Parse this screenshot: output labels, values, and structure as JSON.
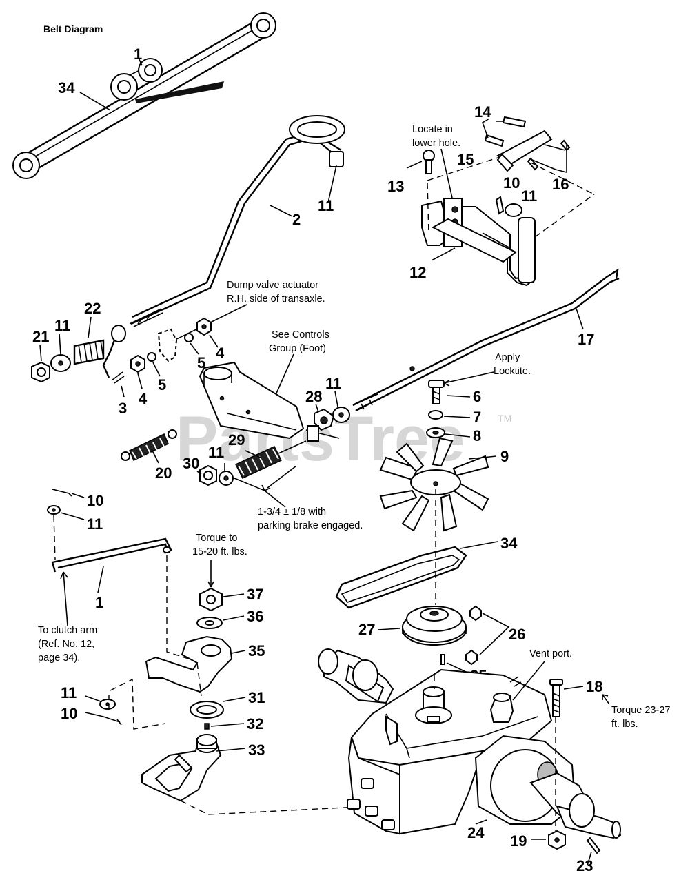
{
  "watermark": "PartsTree",
  "trademark": "TM",
  "belt_diagram_title": "Belt Diagram",
  "notes": {
    "locate": [
      "Locate in",
      "lower hole."
    ],
    "dump_valve": [
      "Dump valve actuator",
      "R.H. side of transaxle."
    ],
    "see_controls": [
      "See Controls",
      "Group (Foot)"
    ],
    "apply_locktite": [
      "Apply",
      "Locktite."
    ],
    "spring_length": [
      "1-3/4 ± 1/8 with",
      "parking brake engaged."
    ],
    "torque_nut": [
      "Torque to",
      "15-20 ft. lbs."
    ],
    "clutch_arm": [
      "To clutch arm",
      "(Ref. No. 12,",
      "page 34)."
    ],
    "vent_port": "Vent port.",
    "torque_bolt": [
      "Torque 23-27",
      "ft. lbs."
    ]
  },
  "callouts": {
    "belt_34": "34",
    "belt_1": "1",
    "c2": "2",
    "c11a": "11",
    "c14": "14",
    "c15": "15",
    "c16": "16",
    "c13": "13",
    "c10a": "10",
    "c11b": "11",
    "c12": "12",
    "c17": "17",
    "c22": "22",
    "c21": "21",
    "c11c": "11",
    "c3": "3",
    "c4a": "4",
    "c5a": "5",
    "c5b": "5",
    "c4b": "4",
    "c28": "28",
    "c11d": "11",
    "c29": "29",
    "c20": "20",
    "c30": "30",
    "c11e": "11",
    "c6": "6",
    "c7": "7",
    "c8": "8",
    "c9": "9",
    "c10b": "10",
    "c11f": "11",
    "c1": "1",
    "c37": "37",
    "c36": "36",
    "c35": "35",
    "c31": "31",
    "c32": "32",
    "c33": "33",
    "c11g": "11",
    "c10c": "10",
    "c34": "34",
    "c27": "27",
    "c26": "26",
    "c25": "25",
    "c18": "18",
    "c24": "24",
    "c19": "19",
    "c23": "23"
  }
}
